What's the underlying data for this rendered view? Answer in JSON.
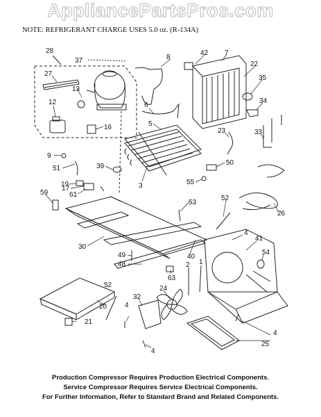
{
  "watermark": "AppliancePartsPros.com",
  "note": "NOTE: REFRIGERANT CHARGE USES 5.0 oz. (R-134A)",
  "footer": [
    "Production Compressor Requires Production Electrical Components.",
    "Service Compressor Requires Service Electrical Components.",
    "For Further Information, Refer to Standard Brand and Related Components."
  ],
  "callouts": {
    "c28": "28",
    "c37": "37",
    "c8": "8",
    "c42": "42",
    "c7": "7",
    "c22": "22",
    "c27": "27",
    "c13": "13",
    "c12": "12",
    "c16": "16",
    "c6": "6",
    "c5": "5",
    "c35": "35",
    "c34": "34",
    "c33": "33",
    "c23": "23",
    "c9": "9",
    "c51": "51",
    "c39": "39",
    "c19": "19",
    "c17": "17",
    "c61": "61",
    "c3": "3",
    "c50": "50",
    "c55": "55",
    "c59": "59",
    "c53": "53",
    "c52a": "52",
    "c26": "26",
    "c30": "30",
    "c49": "49",
    "c48": "48",
    "c40": "40",
    "c4a": "4",
    "c41": "41",
    "c54": "54",
    "c1": "1",
    "c2": "2",
    "c63": "63",
    "c52b": "52",
    "c24": "24",
    "c20": "20",
    "c32": "32",
    "c4b": "4",
    "c21": "21",
    "c4c": "4",
    "c4d": "4",
    "c25": "25"
  }
}
